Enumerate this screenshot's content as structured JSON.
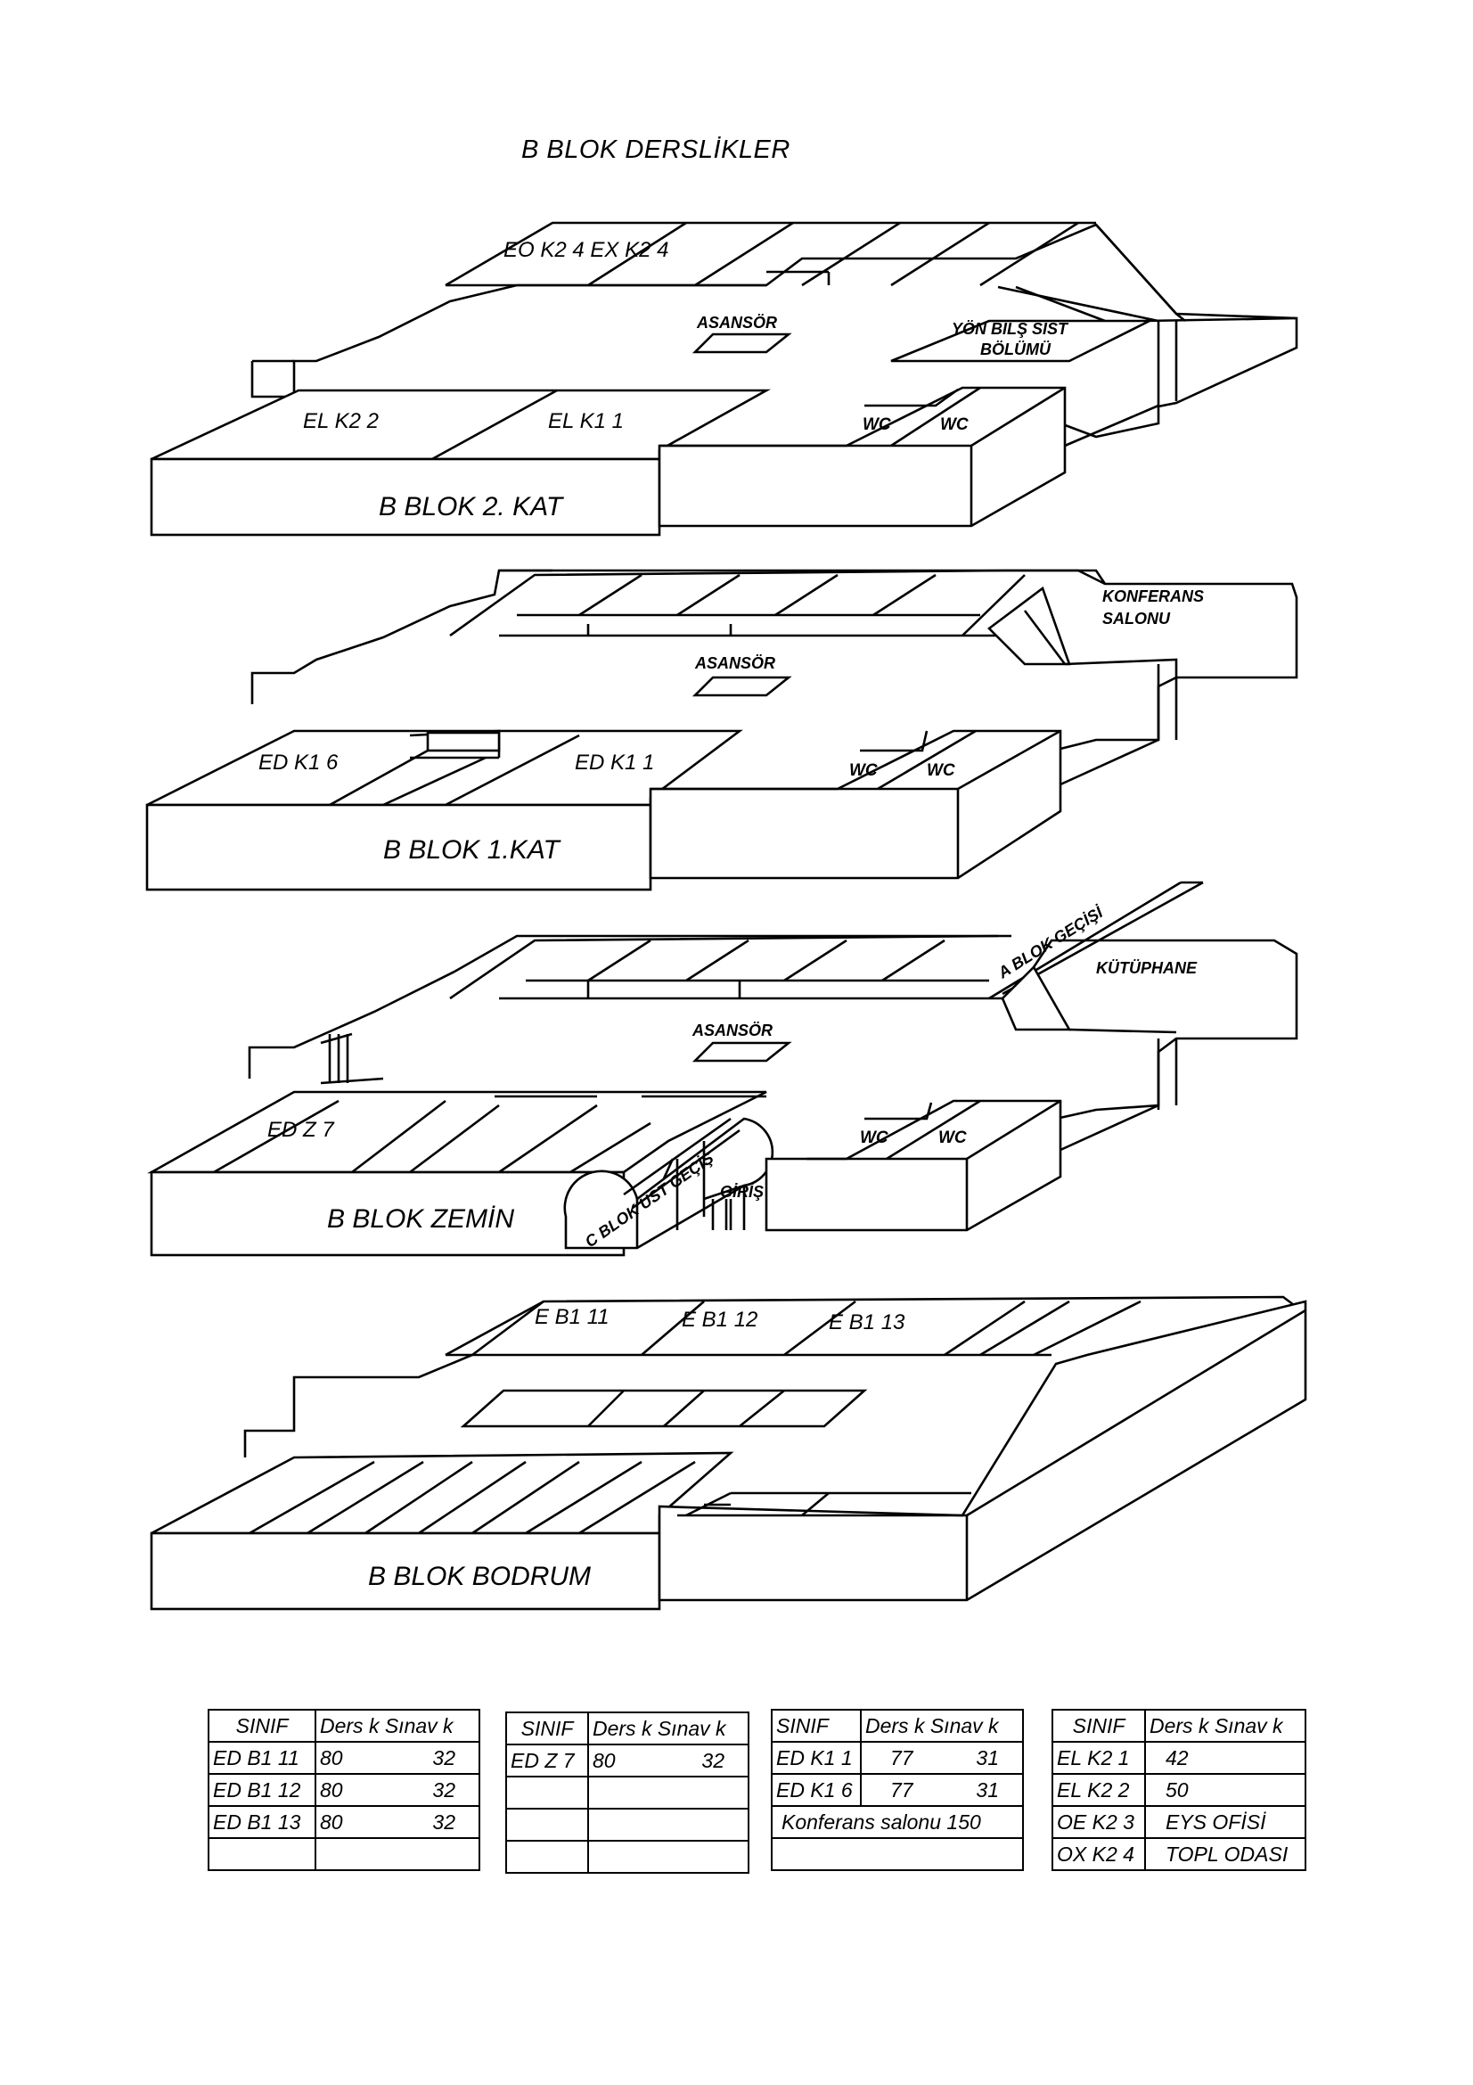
{
  "title": "B  BLOK    DERSLİKLER",
  "floors": {
    "kat2": {
      "label": "B  BLOK  2. KAT",
      "rooms": {
        "eo_ex": "EO K2 4  EX K2 4",
        "el_k2_2": "EL K2 2",
        "el_k1_1": "EL K1 1",
        "asansor": "ASANSÖR",
        "yon1": "YÖN   BİLŞ  SİST",
        "yon2": "BÖLÜMÜ",
        "wc1": "WC",
        "wc2": "WC"
      }
    },
    "kat1": {
      "label": "B   BLOK  1.KAT",
      "rooms": {
        "konferans1": "KONFERANS",
        "konferans2": "SALONU",
        "asansor": "ASANSÖR",
        "ed_k1_6": "ED K1 6",
        "ed_k1_1": "ED K1 1",
        "wc1": "WC",
        "wc2": "WC"
      }
    },
    "zemin": {
      "label": "B  BLOK  ZEMİN",
      "rooms": {
        "a_blok": "A BLOK  GEÇİŞİ",
        "kutuphane": "KÜTÜPHANE",
        "asansor": "ASANSÖR",
        "ed_z_7": "ED Z 7",
        "wc1": "WC",
        "wc2": "WC",
        "c_blok": "C BLOK ÜST GEÇİŞ",
        "giris": "GİRİŞ"
      }
    },
    "bodrum": {
      "label": "B BLOK BODRUM",
      "rooms": {
        "e_b1_11": "E B1 11",
        "e_b1_12": "E B1 12",
        "e_b1_13": "E B1 13"
      }
    }
  },
  "tables": [
    {
      "headers": [
        "SINIF",
        "Ders k",
        "Sınav k"
      ],
      "rows": [
        [
          "ED B1 11",
          "80",
          "32"
        ],
        [
          "ED B1 12",
          "80",
          "32"
        ],
        [
          "ED B1 13",
          "80",
          "32"
        ],
        [
          "",
          "",
          ""
        ]
      ]
    },
    {
      "headers": [
        "SINIF",
        "Ders k",
        "Sınav k"
      ],
      "rows": [
        [
          "ED Z 7",
          "80",
          "32"
        ],
        [
          "",
          "",
          ""
        ],
        [
          "",
          "",
          ""
        ],
        [
          "",
          "",
          ""
        ]
      ]
    },
    {
      "headers": [
        "SINIF",
        "Ders k",
        "Sınav k"
      ],
      "rows": [
        [
          "ED K1 1",
          "77",
          "31"
        ],
        [
          "ED K1 6",
          "77",
          "31"
        ]
      ],
      "span_row": "Konferans salonu  150"
    },
    {
      "headers": [
        "SINIF",
        "Ders k",
        "Sınav k"
      ],
      "rows": [
        [
          "EL K2 1",
          "42"
        ],
        [
          "EL K2 2",
          "50"
        ],
        [
          "OE K2 3",
          "EYS OFİSİ"
        ],
        [
          "OX K2 4",
          "TOPL ODASI"
        ]
      ]
    }
  ]
}
